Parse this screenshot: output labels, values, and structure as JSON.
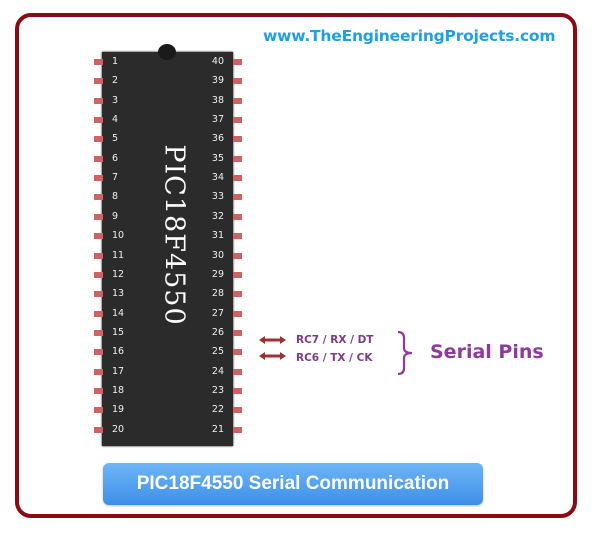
{
  "header": {
    "website": "www.TheEngineeringProjects.com"
  },
  "chip": {
    "name": "PIC18F4550",
    "left_pins": [
      "1",
      "2",
      "3",
      "4",
      "5",
      "6",
      "7",
      "8",
      "9",
      "10",
      "11",
      "12",
      "13",
      "14",
      "15",
      "16",
      "17",
      "18",
      "19",
      "20"
    ],
    "right_pins": [
      "40",
      "39",
      "38",
      "37",
      "36",
      "35",
      "34",
      "33",
      "32",
      "31",
      "30",
      "29",
      "28",
      "27",
      "26",
      "25",
      "24",
      "23",
      "22",
      "21"
    ]
  },
  "serial": {
    "pins": [
      {
        "pin": "26",
        "label": "RC7 / RX / DT"
      },
      {
        "pin": "25",
        "label": "RC6 / TX / CK"
      }
    ],
    "group_label": "Serial Pins"
  },
  "banner": {
    "title": "PIC18F4550 Serial Communication"
  },
  "colors": {
    "frame": "#8b0a14",
    "website": "#1ea0e4",
    "chip_body": "#2b2b2b",
    "pin": "#cf6363",
    "arrow": "#a03030",
    "serial_text": "#7e3a87",
    "serial_label": "#8e3a9c",
    "banner": "#4a9cf0"
  }
}
